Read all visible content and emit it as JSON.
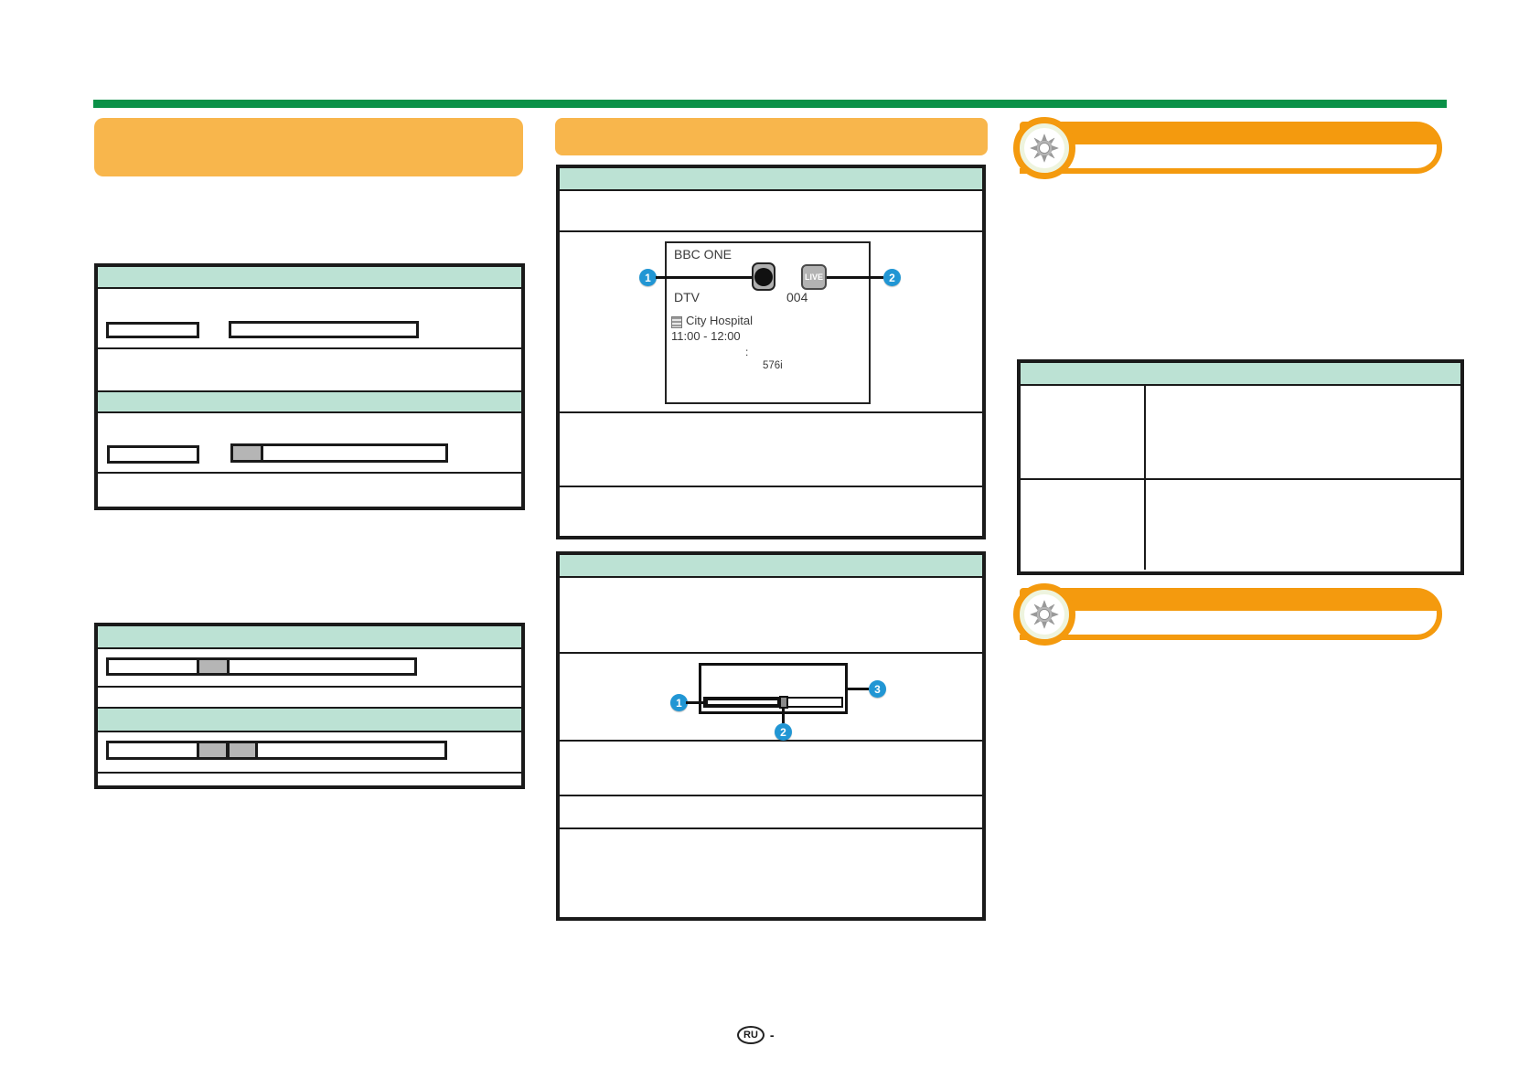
{
  "page": {
    "type": "tv-manual-page"
  },
  "colors": {
    "brand_green": "#0a9148",
    "section_header_orange": "#f8b64c",
    "tip_orange": "#f49a0e",
    "table_header_green": "#bce2d4",
    "callout_blue": "#2196d4",
    "ink_black": "#1a1a1a",
    "icon_gray": "#b3b3b3"
  },
  "icons": {
    "tip": "sun-gear-icon",
    "record": "record-icon",
    "program": "program-lines-icon"
  },
  "channel_display": {
    "channel_name": "BBC ONE",
    "broadcast_type": "DTV",
    "channel_number": "004",
    "program_title": "City Hospital",
    "time_range": "11:00 - 12:00",
    "separator": ":",
    "resolution": "576i",
    "live_label": "LIVE"
  },
  "display_callouts": {
    "record": "1",
    "live": "2"
  },
  "playback_callouts": {
    "elapsed_bar": "1",
    "playhead": "2",
    "panel": "3"
  },
  "footer": {
    "region_code": "RU",
    "dash": "-"
  }
}
